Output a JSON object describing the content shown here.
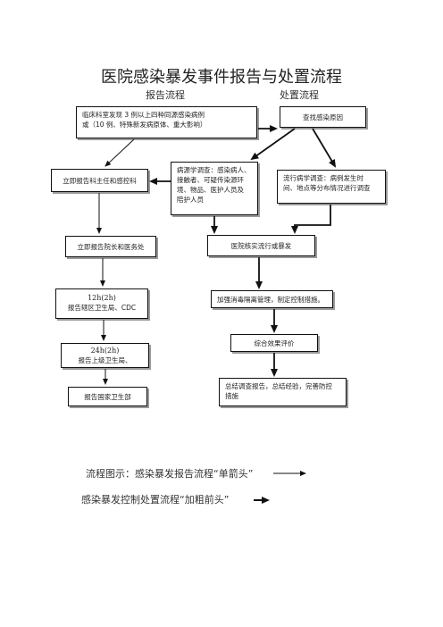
{
  "title": "医院感染暴发事件报告与处置流程",
  "subtitles": {
    "report": "报告流程",
    "handle": "处置流程"
  },
  "boxes": {
    "discover": "临床科室发现  3 例以上四种同源感染病例\n或（10 例、特殊新发病原体、重大影响）",
    "find_cause": "查找感染原因",
    "report_director": "立即报告科主任和感控科",
    "pathogen_survey": "病源学调查：感染病人、\n接触者、可疑传染源环\n境、物品、医护人员及\n陪护人员",
    "epi_survey": "流行病学调查：病例发生时\n间、地点等分布情况进行调查",
    "report_dean": "立即报告院长和医务处",
    "verify": "医院核实流行或暴发",
    "report_district_time": "12h(2h)",
    "report_district_text": "报告辖区卫生局、CDC",
    "control": "加强消毒隔离管理，制定控制措施。",
    "report_upper_time": "24h(2h)",
    "report_upper_text": "报告上级卫生局、",
    "evaluate": "综合效果评价",
    "report_national": "报告国家卫生部",
    "summary": "总结调查报告，总结经验，完善防控\n措施"
  },
  "legend": {
    "line1": "流程图示：感染暴发报告流程“单箭头”",
    "line2": "感染暴发控制处置流程“加粗前头”"
  }
}
